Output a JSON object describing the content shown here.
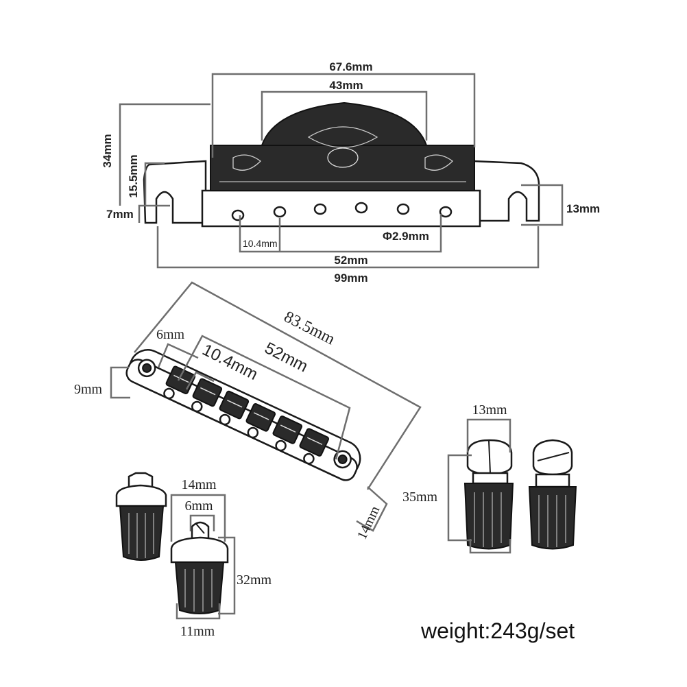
{
  "top_view": {
    "overall_width": "67.6mm",
    "saddle_width": "43mm",
    "total_height": "34mm",
    "body_height": "15.5mm",
    "base_height": "7mm",
    "end_height": "13mm",
    "string_spacing": "10.4mm",
    "hole_diameter": "Φ2.9mm",
    "span_52": "52mm",
    "span_99": "99mm"
  },
  "bridge_view": {
    "length": "83.5mm",
    "end_hole": "6mm",
    "spacing": "10.4mm",
    "span": "52mm",
    "thickness": "9mm",
    "width": "14mm"
  },
  "small_post": {
    "top_width": "14mm",
    "thread": "6mm",
    "height": "32mm",
    "bottom_width": "11mm"
  },
  "large_post": {
    "head_width": "13mm",
    "height": "35mm"
  },
  "weight_text": "weight:243g/set"
}
